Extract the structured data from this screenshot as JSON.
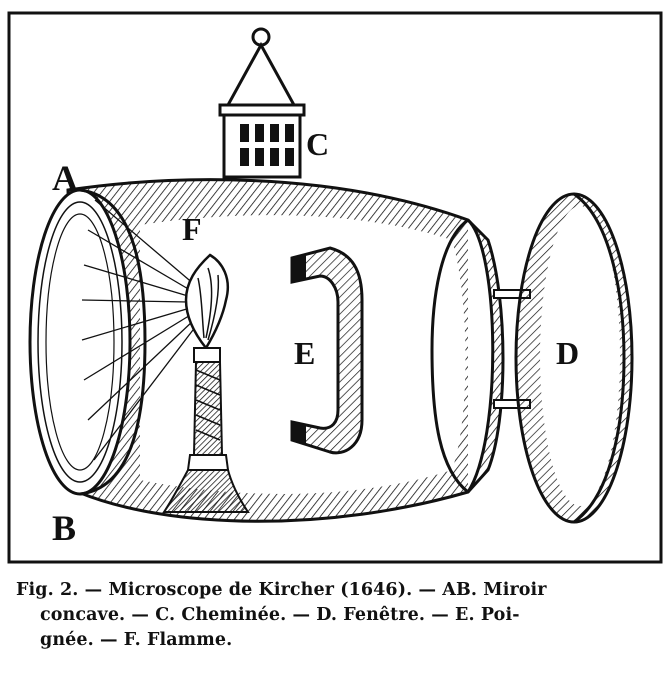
{
  "labels": {
    "A": "A",
    "B": "B",
    "C": "C",
    "D": "D",
    "E": "E",
    "F": "F"
  },
  "caption": {
    "line1": "Fig. 2. — Microscope de Kircher (1646). — AB. Miroir",
    "line2": "concave. — C. Cheminée. — D. Fenêtre. — E. Poi-",
    "line3": "gnée. — F. Flamme."
  },
  "colors": {
    "ink": "#111111",
    "paper": "#ffffff"
  }
}
